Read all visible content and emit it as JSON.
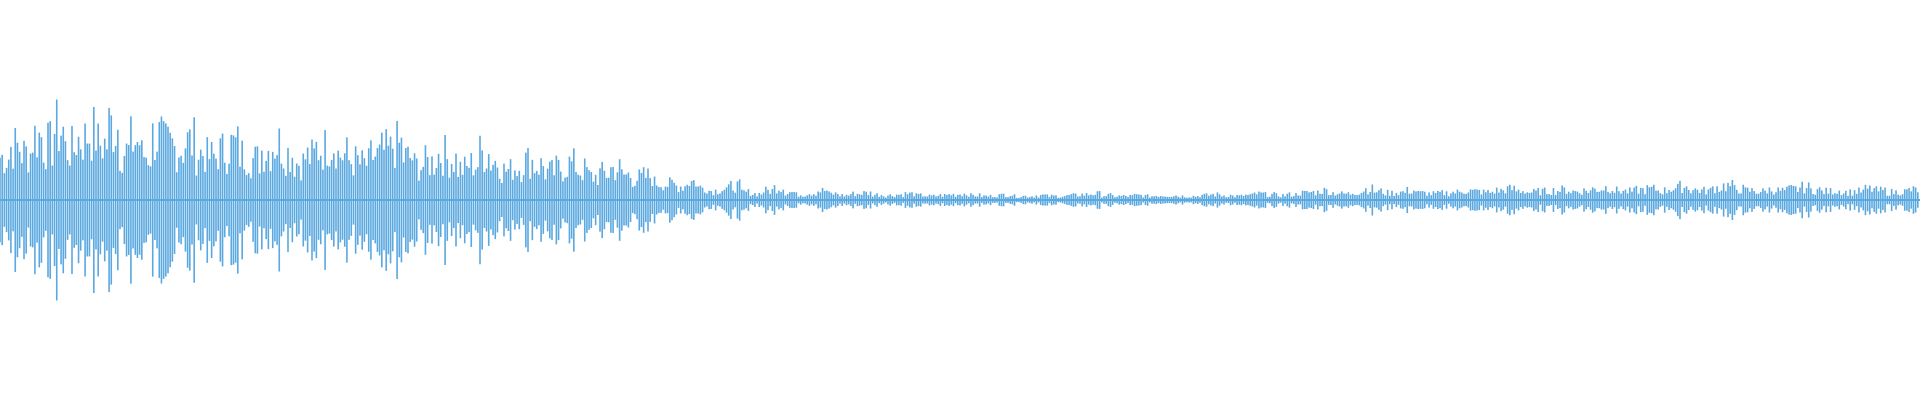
{
  "waveform": {
    "color": "#5aa8e0",
    "background": "#ffffff",
    "peaks": [
      0.55,
      0.68,
      0.6,
      0.82,
      0.7,
      0.9,
      0.65,
      0.78,
      0.85,
      0.72,
      0.95,
      0.62,
      0.75,
      0.58,
      0.8,
      0.7,
      0.66,
      0.74,
      0.6,
      0.55,
      0.62,
      0.7,
      0.58,
      0.52,
      0.64,
      0.72,
      0.6,
      0.48,
      0.55,
      0.66,
      0.74,
      0.58,
      0.5,
      0.46,
      0.56,
      0.62,
      0.7,
      0.54,
      0.44,
      0.48,
      0.58,
      0.52,
      0.4,
      0.46,
      0.6,
      0.5,
      0.38,
      0.42,
      0.5,
      0.44,
      0.36,
      0.4,
      0.46,
      0.38,
      0.3,
      0.34,
      0.4,
      0.32,
      0.28,
      0.3,
      0.22,
      0.2,
      0.18,
      0.24,
      0.16,
      0.12,
      0.14,
      0.18,
      0.1,
      0.08,
      0.12,
      0.16,
      0.1,
      0.07,
      0.09,
      0.12,
      0.08,
      0.06,
      0.08,
      0.09,
      0.07,
      0.06,
      0.07,
      0.08,
      0.06,
      0.05,
      0.06,
      0.07,
      0.08,
      0.06,
      0.05,
      0.06,
      0.07,
      0.05,
      0.05,
      0.06,
      0.05,
      0.05,
      0.06,
      0.07,
      0.08,
      0.06,
      0.05,
      0.05,
      0.06,
      0.05,
      0.06,
      0.06,
      0.05,
      0.05,
      0.06,
      0.07,
      0.06,
      0.05,
      0.06,
      0.08,
      0.07,
      0.06,
      0.07,
      0.09,
      0.1,
      0.12,
      0.09,
      0.08,
      0.1,
      0.14,
      0.11,
      0.09,
      0.1,
      0.12,
      0.09,
      0.08,
      0.09,
      0.1,
      0.12,
      0.11,
      0.1,
      0.12,
      0.14,
      0.12,
      0.1,
      0.11,
      0.12,
      0.13,
      0.11,
      0.12,
      0.14,
      0.16,
      0.12,
      0.11,
      0.13,
      0.14,
      0.12,
      0.15,
      0.17,
      0.13,
      0.12,
      0.16,
      0.18,
      0.14,
      0.12,
      0.11,
      0.13,
      0.12,
      0.14,
      0.16,
      0.13,
      0.11,
      0.12,
      0.1,
      0.11,
      0.14,
      0.12,
      0.1,
      0.11,
      0.13
    ]
  }
}
